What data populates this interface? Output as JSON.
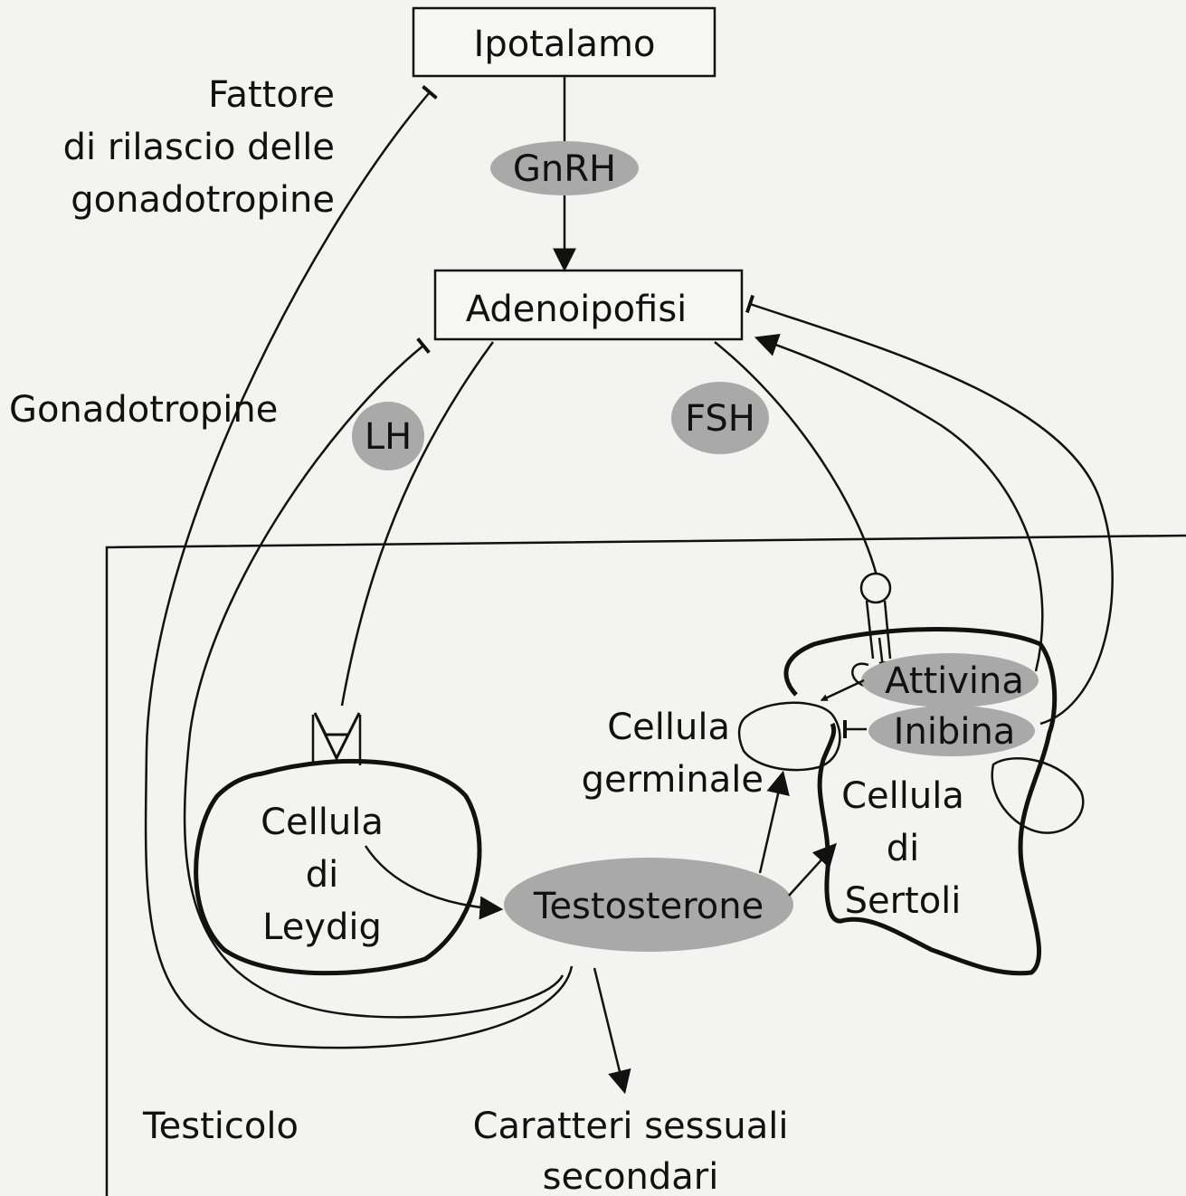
{
  "nodes": {
    "ipotalamo": "Ipotalamo",
    "adenoipofisi": "Adenoipofisi",
    "gnrh": "GnRH",
    "lh": "LH",
    "fsh": "FSH",
    "attivina": "Attivina",
    "inibina": "Inibina",
    "testosterone": "Testosterone"
  },
  "labels": {
    "fattore_line1": "Fattore",
    "fattore_line2": "di rilascio delle",
    "fattore_line3": "gonadotropine",
    "gonadotropine": "Gonadotropine",
    "leydig_line1": "Cellula",
    "leydig_line2": "di",
    "leydig_line3": "Leydig",
    "germinale_line1": "Cellula",
    "germinale_line2": "germinale",
    "sertoli_line1": "Cellula",
    "sertoli_line2": "di",
    "sertoli_line3": "Sertoli",
    "testicolo": "Testicolo",
    "caratteri_line1": "Caratteri sessuali",
    "caratteri_line2": "secondari"
  },
  "colors": {
    "hormone_fill": "#a9a9a9",
    "stroke": "#111111",
    "background": "#f3f3f1"
  }
}
